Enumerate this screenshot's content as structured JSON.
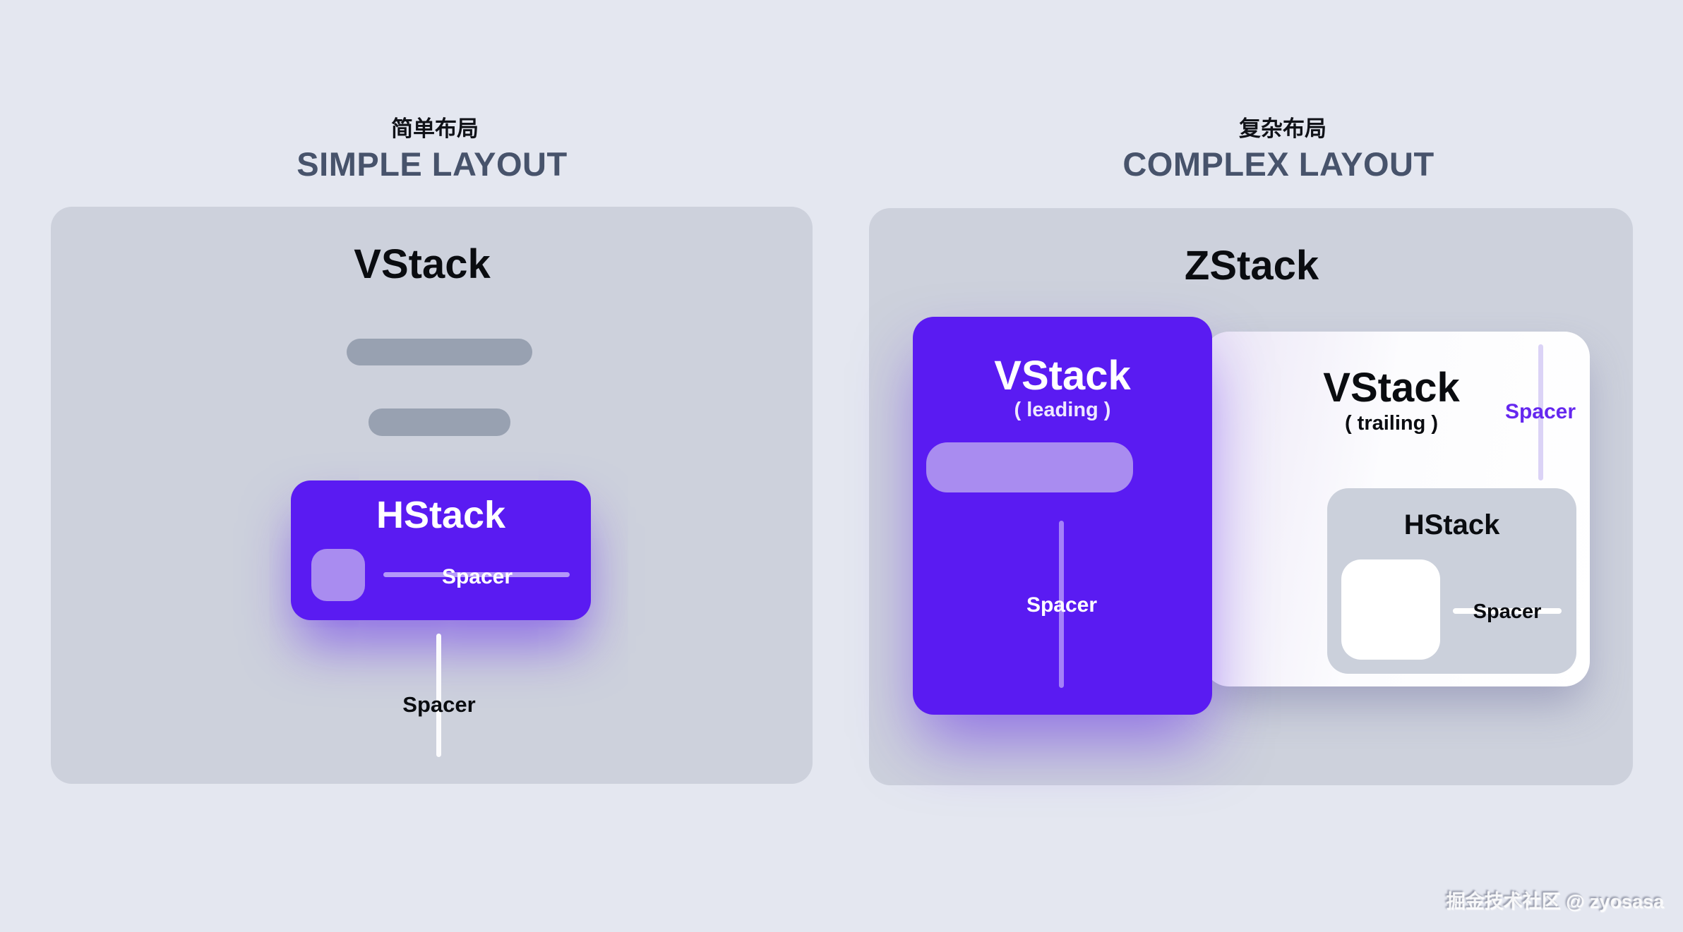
{
  "page": {
    "watermark": "掘金技术社区 @ zyosasa"
  },
  "left": {
    "heading_cn": "简单布局",
    "heading_en": "SIMPLE LAYOUT",
    "title": "VStack",
    "hstack_title": "HStack",
    "hstack_spacer": "Spacer",
    "bottom_spacer": "Spacer"
  },
  "right": {
    "heading_cn": "复杂布局",
    "heading_en": "COMPLEX LAYOUT",
    "title": "ZStack",
    "leading": {
      "title": "VStack",
      "subtitle": "( leading )",
      "spacer": "Spacer"
    },
    "trailing": {
      "title": "VStack",
      "subtitle": "( trailing )",
      "spacer": "Spacer",
      "hstack_title": "HStack",
      "hstack_spacer": "Spacer"
    }
  },
  "colors": {
    "background": "#E4E7F0",
    "panel": "#CDD1DC",
    "accent_purple": "#5A1BF2",
    "light_purple": "#A98CF0",
    "gray_bar": "#98A1B1",
    "inner_gray": "#CBD0DB",
    "heading_slate": "#47536B",
    "spacer_purple_text": "#6527EF"
  }
}
